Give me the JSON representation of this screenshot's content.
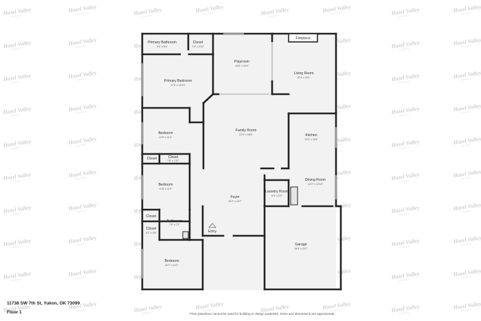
{
  "watermark": {
    "brand": "Hazel Valley",
    "tagline": "HOMES"
  },
  "address": "11738 SW 7th St, Yukon, OK 73099",
  "floor": "Floor 1",
  "disclaimer": "Floor plans/tour cannot be used for building or design purposes. Sizes and dimensions are approximate.",
  "rooms": {
    "primary_bathroom": {
      "name": "Primary Bathroom",
      "dims": "9'0\" x 5'5\""
    },
    "closet_top": {
      "name": "Closet",
      "dims": "7'6\" x 4'10\""
    },
    "playroom": {
      "name": "Playroom",
      "dims": "14'8\" x 15'4\""
    },
    "fireplace": {
      "name": "Fireplace",
      "dims": ""
    },
    "living_room": {
      "name": "Living Room",
      "dims": "15'4\" x 20'1\""
    },
    "primary_bedroom": {
      "name": "Primary Bedroom",
      "dims": "17'0\" x 16'10\""
    },
    "family_room": {
      "name": "Family Room",
      "dims": "21'0\" x 18'4\""
    },
    "kitchen": {
      "name": "Kitchen",
      "dims": "10'0\" x 11'8\""
    },
    "bedroom_1": {
      "name": "Bedroom",
      "dims": "11'8\" x 11'1\""
    },
    "closet_a": {
      "name": "Closet",
      "dims": ""
    },
    "closet_b": {
      "name": "Closet",
      "dims": "7'0\" x 1'11\""
    },
    "bedroom_2": {
      "name": "Bedroom",
      "dims": "11'8\" x 11'2\""
    },
    "laundry_room": {
      "name": "Laundry Room",
      "dims": "6'0\" x 5'9\""
    },
    "dining_room": {
      "name": "Dining Room",
      "dims": "12'0\" x 10'10\""
    },
    "foyer": {
      "name": "Foyer",
      "dims": "10'2\" x 16'7\""
    },
    "closet_c": {
      "name": "Closet",
      "dims": ""
    },
    "bathroom": {
      "name": "Bathroom",
      "dims": "7'0\" x 7'1\""
    },
    "closet_d": {
      "name": "Closet",
      "dims": "4'1\" x 3'6\""
    },
    "entry": {
      "name": "Entry",
      "dims": ""
    },
    "garage": {
      "name": "Garage",
      "dims": "19'5\" x 20'7\""
    },
    "bedroom_3": {
      "name": "Bedroom",
      "dims": "10'7\" x 12'1\""
    }
  }
}
